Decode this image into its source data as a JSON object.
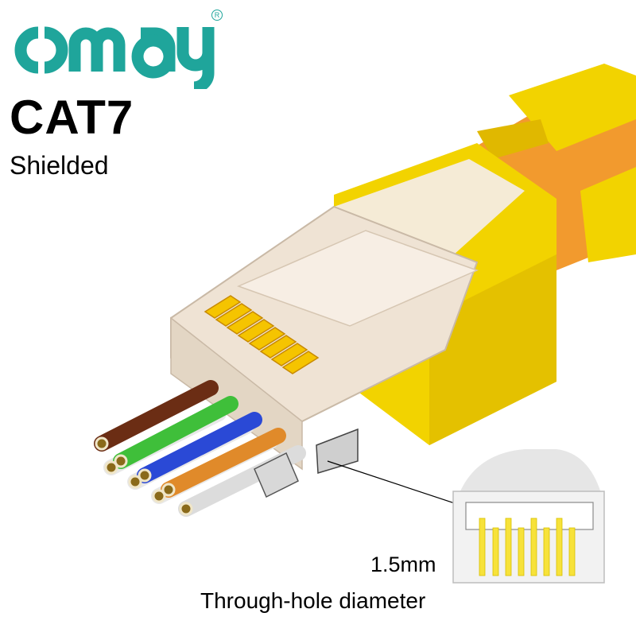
{
  "brand": {
    "name": "omay",
    "registered_mark": "R",
    "color": "#1fa59b"
  },
  "product": {
    "title": "CAT7",
    "subtitle": "Shielded",
    "wire_colors": [
      "#6b2d14",
      "#e8e8e8",
      "#3fbf3a",
      "#e8e8e8",
      "#2a49d6",
      "#e8e8e8",
      "#e08a2a",
      "#dcdcdc"
    ],
    "shield_color": "#f2d300",
    "cable_color": "#f29a2e",
    "contact_color": "#f5c400"
  },
  "callout": {
    "dimension": "1.5mm",
    "caption": "Through-hole diameter"
  }
}
